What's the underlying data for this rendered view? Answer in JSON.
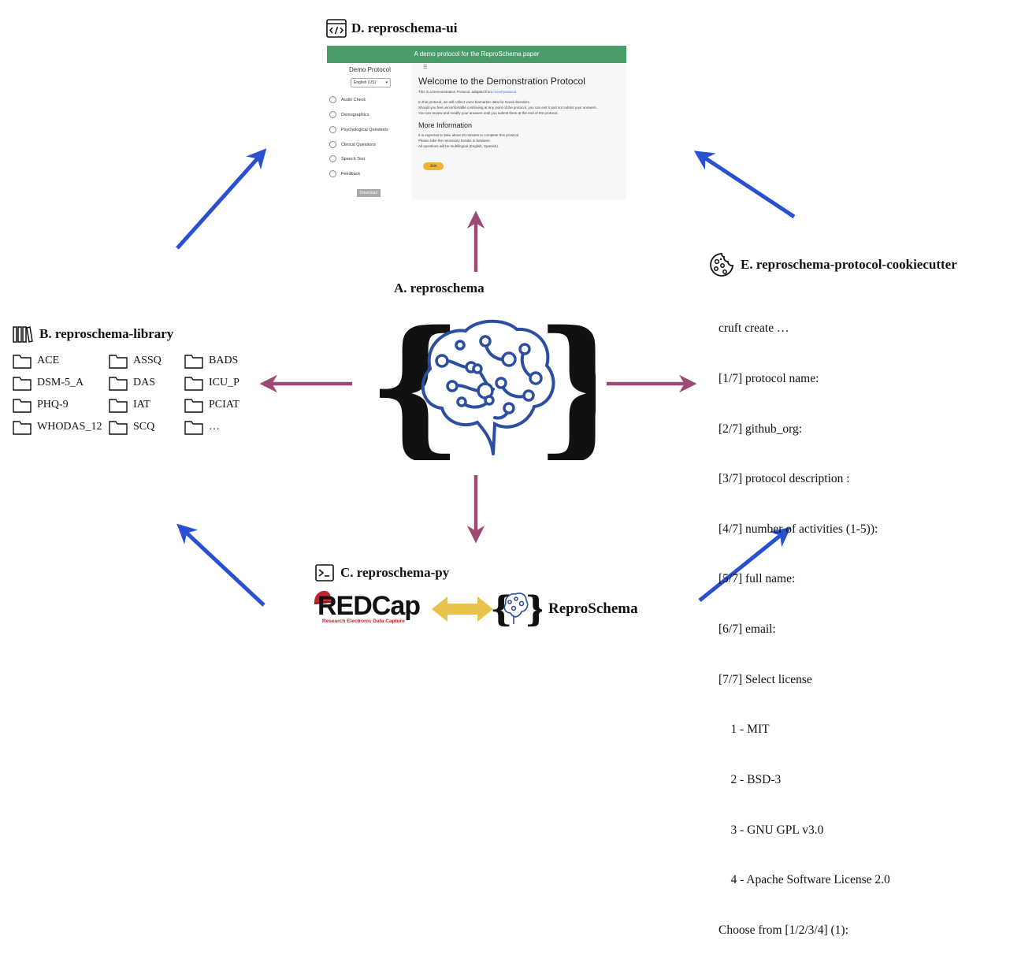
{
  "center": {
    "title": "A. reproschema"
  },
  "ui_panel": {
    "title": "D. reproschema-ui",
    "banner": "A demo protocol for the ReproSchema paper",
    "side_title": "Demo Protocol",
    "language": "English (US)",
    "activities": [
      "Audio Check",
      "Demographics",
      "Psychological Questions",
      "Clinical Questions",
      "Speech Test",
      "Feedback"
    ],
    "download": "Download",
    "welcome": "Welcome to the Demonstration Protocol",
    "intro_prefix": "This is a Demonstration Protocol, adapted from ",
    "intro_link": "mood-protocol",
    "intro_suffix": ".",
    "para1": "In this protocol, we will collect voice biomarker data for mood disorders.",
    "para2": "Should you feel uncomfortable continuing at any point of the protocol, you can exit it and not submit your answers.",
    "para3": "You can review and modify your answers until you submit them at the end of the protocol.",
    "more_info": "More Information",
    "info1": "It is expected to take about 30 minutes to complete this protocol.",
    "info2": "Please take the necessary breaks in between.",
    "info3": "All questions will be multilingual (English, Spanish).",
    "join": "Join"
  },
  "library": {
    "title": "B. reproschema-library",
    "folders": [
      "ACE",
      "ASSQ",
      "BADS",
      "DSM-5_A",
      "DAS",
      "ICU_P",
      "PHQ-9",
      "IAT",
      "PCIAT",
      "WHODAS_12",
      "SCQ",
      "…"
    ]
  },
  "cookiecutter": {
    "title": "E. reproschema-protocol-cookiecutter",
    "lines": [
      "cruft create …",
      "[1/7] protocol name:",
      "[2/7] github_org:",
      "[3/7] protocol description :",
      "[4/7] number of activities (1-5)):",
      "[5/7] full name:",
      "[6/7] email:",
      "[7/7] Select license",
      "    1 - MIT",
      "    2 - BSD-3",
      "    3 - GNU GPL v3.0",
      "    4 - Apache Software License 2.0",
      "Choose from [1/2/3/4] (1):"
    ]
  },
  "py": {
    "title": "C. reproschema-py",
    "redcap": "REDCap",
    "redcap_sub": "Research Electronic Data Capture",
    "reproschema": "ReproSchema"
  },
  "colors": {
    "blue_arrow": "#2a4fd0",
    "maroon_arrow": "#9c4a74",
    "gold_arrow": "#e8c24a",
    "brain": "#2b4ea0",
    "ui_green": "#4a9d6a",
    "redcap_red": "#c0262e"
  }
}
